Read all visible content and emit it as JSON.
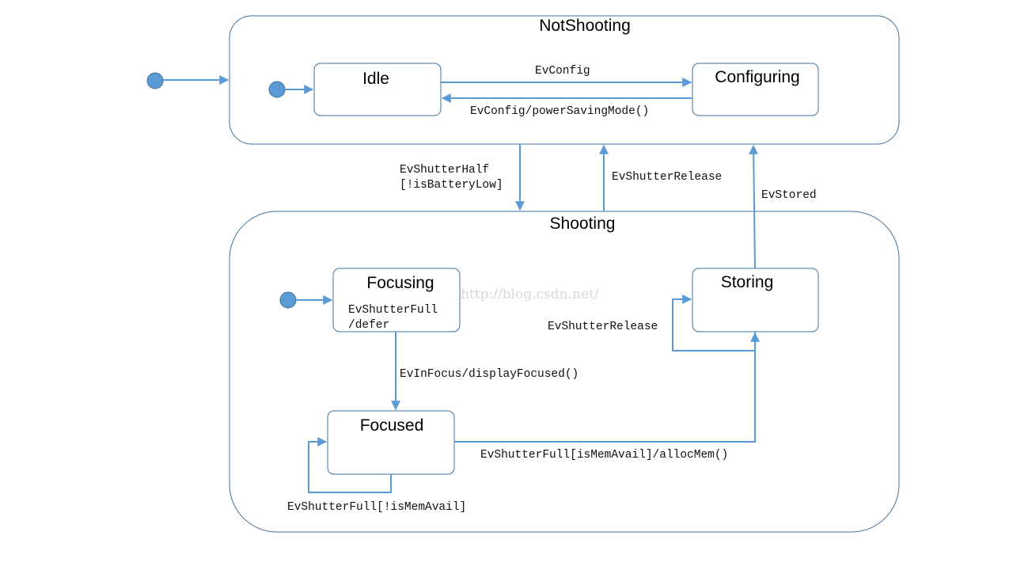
{
  "colors": {
    "box_stroke": "#41719c",
    "arrow": "#5b9bd5",
    "initial_fill": "#5b9bd5"
  },
  "composites": {
    "not_shooting": {
      "title": "NotShooting"
    },
    "shooting": {
      "title": "Shooting"
    }
  },
  "states": {
    "idle": "Idle",
    "configuring": "Configuring",
    "focusing": "Focusing",
    "storing": "Storing",
    "focused": "Focused"
  },
  "transitions": {
    "idle_to_configuring": "EvConfig",
    "configuring_to_idle": "EvConfig/powerSavingMode()",
    "not_shooting_to_shooting_line1": "EvShutterHalf",
    "not_shooting_to_shooting_line2": "[!isBatteryLow]",
    "shooting_to_not_shooting": "EvShutterRelease",
    "storing_to_not_shooting": "EvStored",
    "focusing_deferred_line1": "EvShutterFull",
    "focusing_deferred_line2": "/defer",
    "storing_self": "EvShutterRelease",
    "focusing_to_focused": "EvInFocus/displayFocused()",
    "focused_to_storing": "EvShutterFull[isMemAvail]/allocMem()",
    "focused_self": "EvShutterFull[!isMemAvail]"
  },
  "watermark": "http://blog.csdn.net/"
}
